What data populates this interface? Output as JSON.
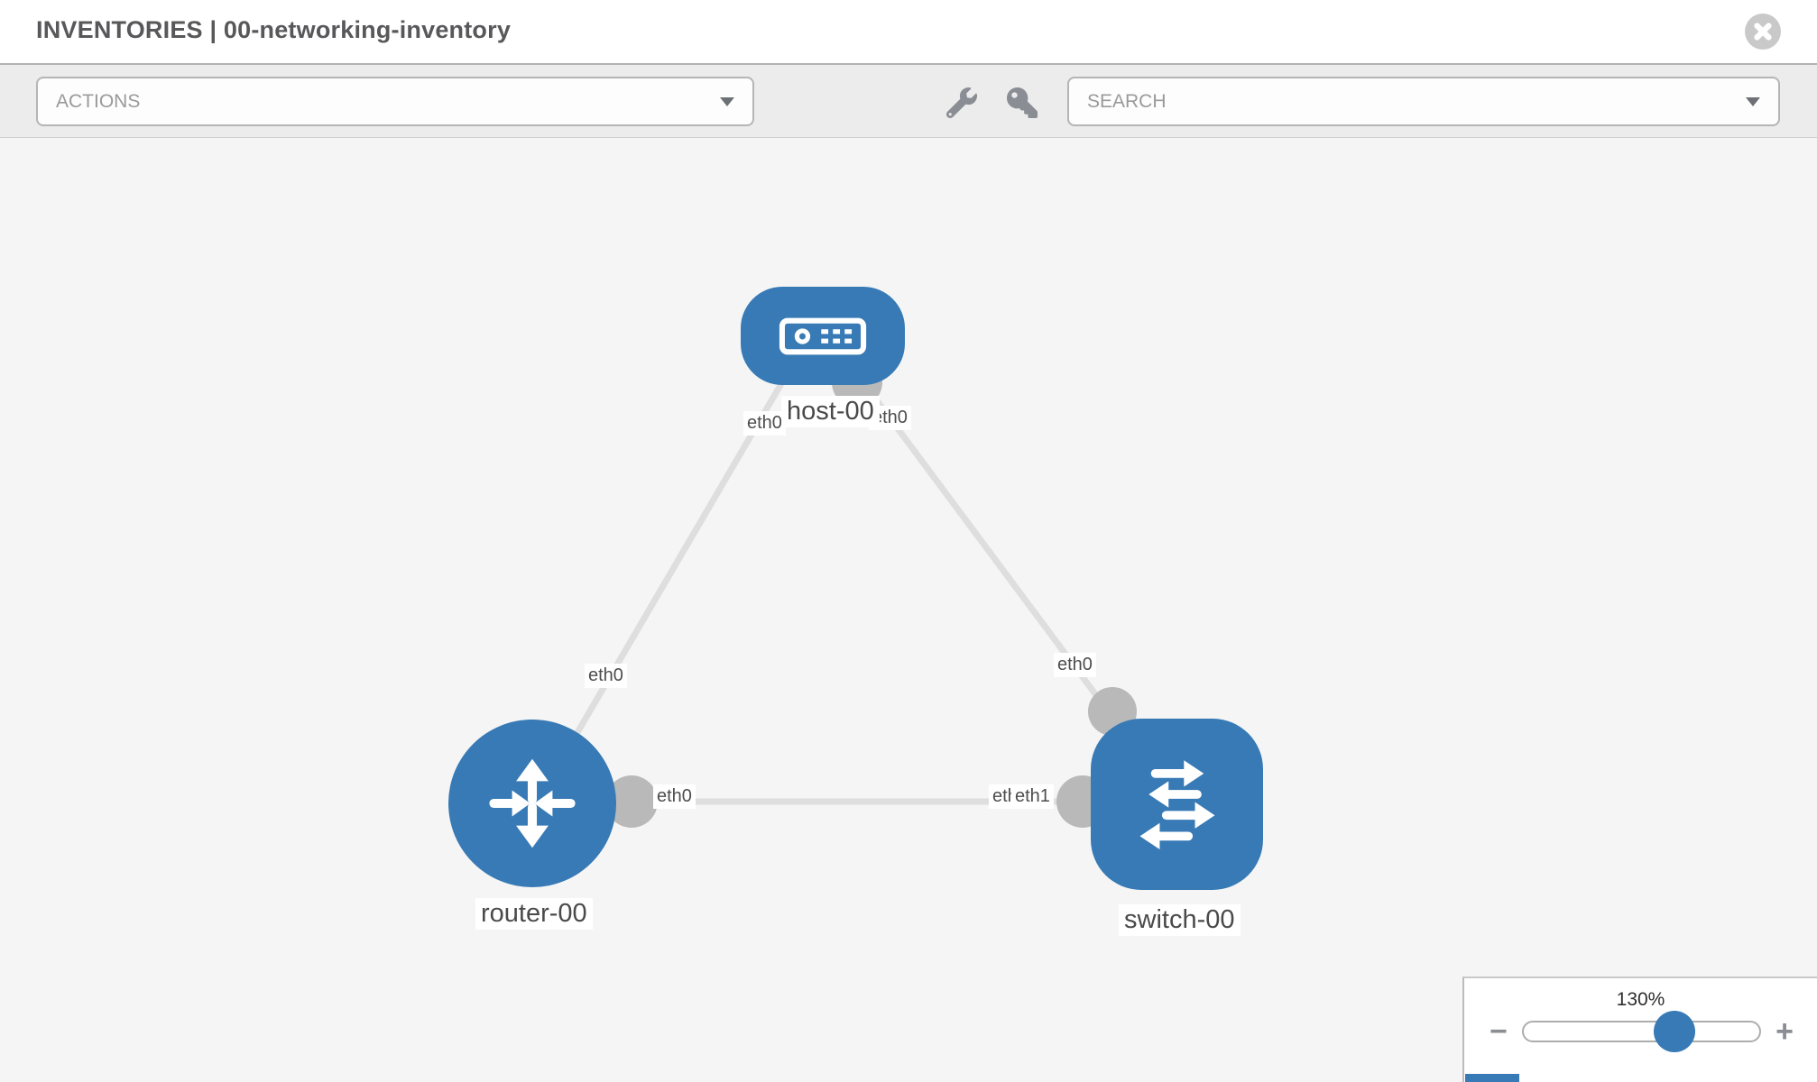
{
  "header": {
    "title": "INVENTORIES | 00-networking-inventory",
    "close_icon": "times-circle"
  },
  "toolbar": {
    "actions": {
      "label": "ACTIONS"
    },
    "search": {
      "label": "SEARCH"
    },
    "wrench_icon": "wrench",
    "key_icon": "key"
  },
  "diagram": {
    "nodes": [
      {
        "label": "host-00",
        "type": "host",
        "shape": "rounded-rect",
        "icon": "host-icon"
      },
      {
        "label": "router-00",
        "type": "router",
        "shape": "circle",
        "icon": "router-icon"
      },
      {
        "label": "switch-00",
        "type": "switch",
        "shape": "rounded-square",
        "icon": "switch-icon"
      }
    ],
    "links": [
      {
        "from": "host-00",
        "to": "router-00"
      },
      {
        "from": "host-00",
        "to": "switch-00"
      },
      {
        "from": "router-00",
        "to": "switch-00"
      }
    ],
    "interface_labels": {
      "host_router_at_host": "eth0",
      "host_router_at_router": "eth0",
      "host_switch_at_host": "eth0",
      "host_switch_at_switch": "eth0",
      "router_switch_at_router": "eth0",
      "router_switch_at_switch_back": "eth0",
      "router_switch_at_switch_front": "eth1"
    }
  },
  "zoom_control": {
    "level": "130%",
    "minus_label": "−",
    "plus_label": "+",
    "slider_percent": 64
  },
  "colors": {
    "node_blue": "#377ab5",
    "canvas_bg": "#f5f5f6",
    "link_gray": "#dedede",
    "dot_gray": "#b9b9b9"
  }
}
